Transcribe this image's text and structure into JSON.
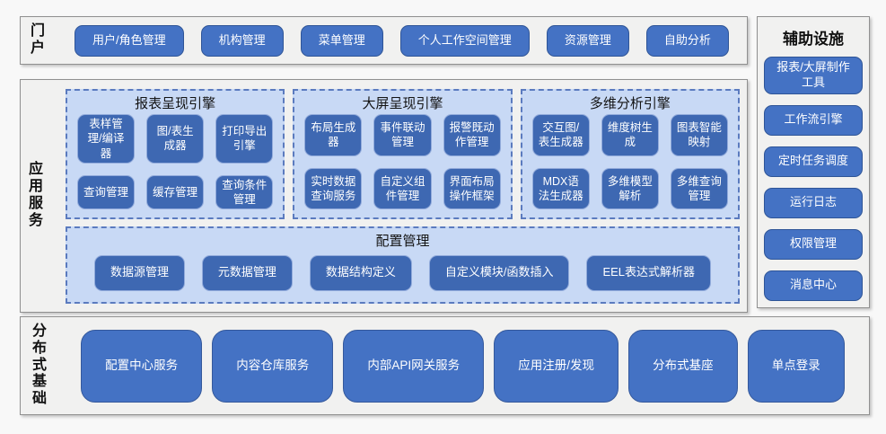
{
  "colors": {
    "button_fill": "#4472C4",
    "button_border": "#2F5597",
    "inner_button_fill": "#3E68B2",
    "inner_button_border": "#92ABDB",
    "panel_fill": "#C8D9F5",
    "panel_dash_border": "#5B7BBF",
    "section_fill": "#F1F1F0",
    "section_border": "#909090",
    "button_text": "#FFFFFF",
    "label_text": "#111111"
  },
  "portal": {
    "label": "门户",
    "items": [
      "用户/角色管理",
      "机构管理",
      "菜单管理",
      "个人工作空间管理",
      "资源管理",
      "自助分析"
    ]
  },
  "app_services": {
    "label": "应用服务",
    "engines": [
      {
        "title": "报表呈现引擎",
        "items": [
          "表样管理/编译器",
          "图/表生成器",
          "打印导出引擎",
          "查询管理",
          "缓存管理",
          "查询条件管理"
        ]
      },
      {
        "title": "大屏呈现引擎",
        "items": [
          "布局生成器",
          "事件联动管理",
          "报警既动作管理",
          "实时数据查询服务",
          "自定义组件管理",
          "界面布局操作框架"
        ]
      },
      {
        "title": "多维分析引擎",
        "items": [
          "交互图/表生成器",
          "维度树生成",
          "图表智能映射",
          "MDX语法生成器",
          "多维模型解析",
          "多维查询管理"
        ]
      }
    ],
    "config": {
      "title": "配置管理",
      "items": [
        "数据源管理",
        "元数据管理",
        "数据结构定义",
        "自定义模块/函数插入",
        "EEL表达式解析器"
      ]
    }
  },
  "distributed_base": {
    "label": "分布式基础",
    "items": [
      "配置中心服务",
      "内容仓库服务",
      "内部API网关服务",
      "应用注册/发现",
      "分布式基座",
      "单点登录"
    ]
  },
  "auxiliary": {
    "label": "辅助设施",
    "items": [
      "报表/大屏制作工具",
      "工作流引擎",
      "定时任务调度",
      "运行日志",
      "权限管理",
      "消息中心"
    ]
  }
}
